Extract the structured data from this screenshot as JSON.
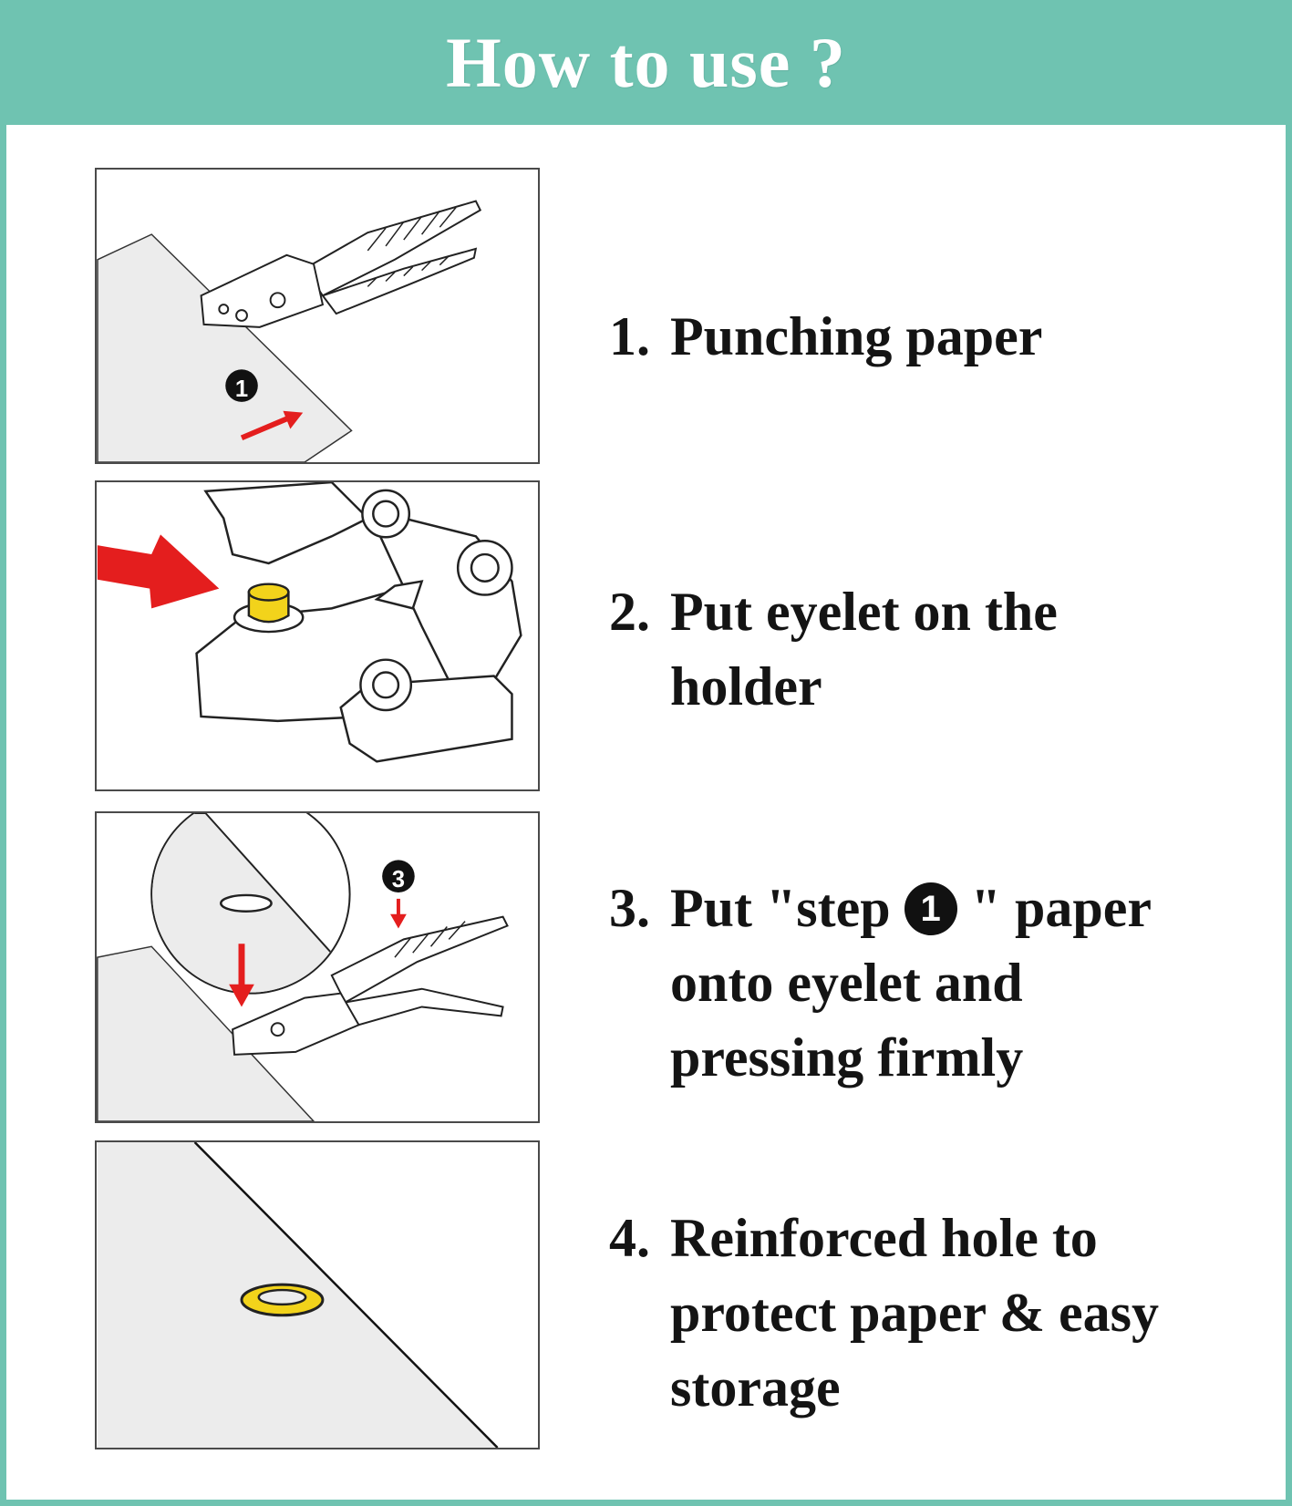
{
  "header": {
    "title": "How to use ?"
  },
  "steps": [
    {
      "num": "1.",
      "lines": [
        "Punching paper"
      ]
    },
    {
      "num": "2.",
      "lines": [
        "Put eyelet on the",
        "holder"
      ]
    },
    {
      "num": "3.",
      "line1_before": "Put \"step",
      "line1_badge": "1",
      "line1_after": "\" paper",
      "lines": [
        "onto eyelet and",
        "pressing firmly"
      ]
    },
    {
      "num": "4.",
      "lines": [
        "Reinforced hole to",
        "protect paper & easy",
        "storage"
      ]
    }
  ],
  "illustrations": {
    "p1_badge": "1",
    "p3_badge": "3"
  },
  "colors": {
    "header_bg": "#6fc3b1",
    "arrow_red": "#e41e1e",
    "eyelet_yellow": "#f2d31b",
    "paper_gray": "#ececec"
  },
  "icons": [
    "hand-punch-tool-icon",
    "red-arrow-icon",
    "eyelet-icon"
  ]
}
